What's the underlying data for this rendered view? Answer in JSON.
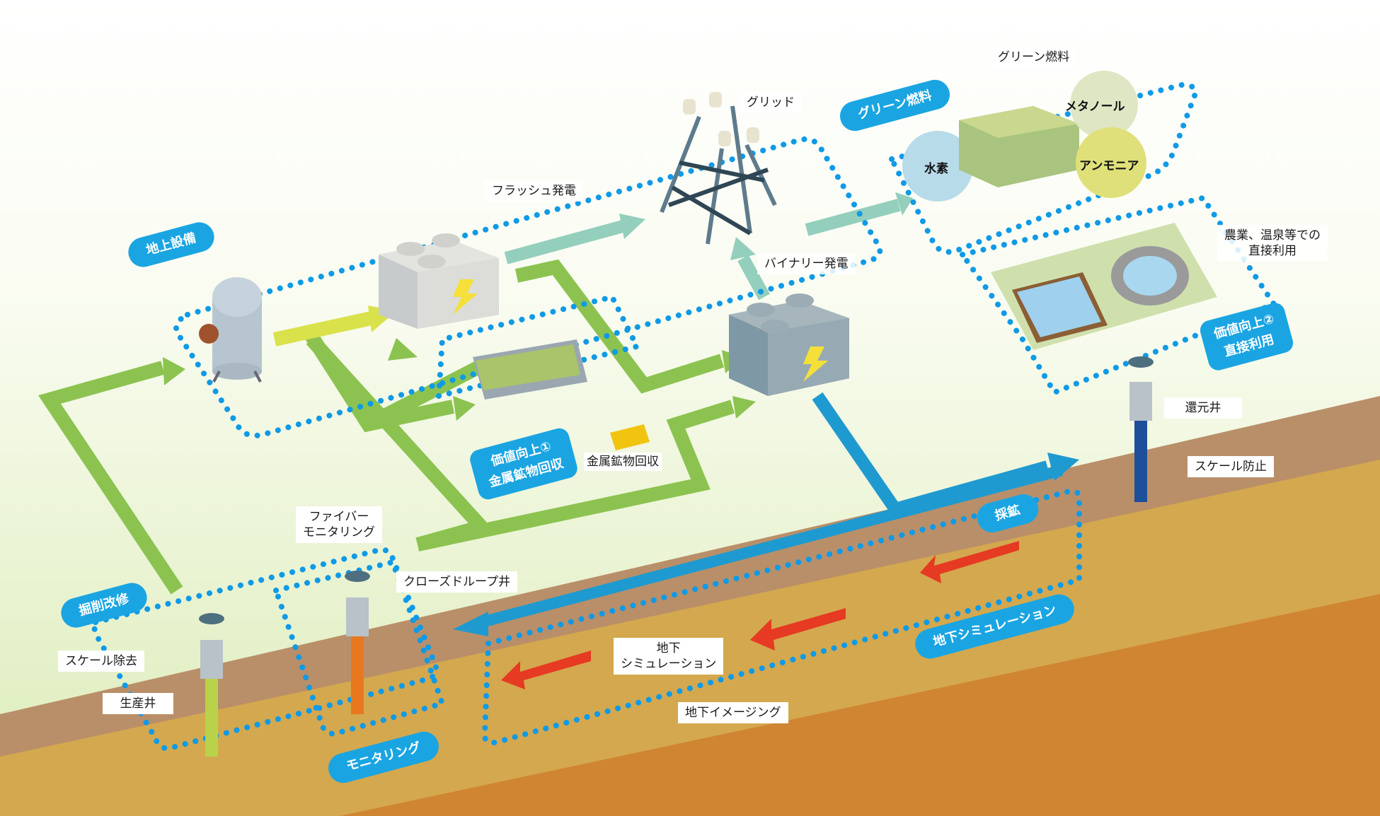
{
  "diagram": {
    "subject": "Geothermal energy utilization overview",
    "colors": {
      "sky_top": "#ffffff",
      "sky_bottom": "#e3efc4",
      "soil_top": "#b98f69",
      "soil_mid": "#d4a84e",
      "soil_deep": "#d08533",
      "badge_blue": "#1aa5e2",
      "dotted_blue": "#0f9ae6",
      "flow_green": "#8cc350",
      "flow_yellow": "#d9e24a",
      "flow_teal": "#93cfbc",
      "flow_blue": "#1f9ad0",
      "heat_red": "#e63a22"
    },
    "badges": {
      "surface_facilities": "地上設備",
      "green_fuel": "グリーン燃料",
      "value_up_1_line1": "価値向上①",
      "value_up_1_line2": "金属鉱物回収",
      "value_up_2_line1": "価値向上②",
      "value_up_2_line2": "直接利用",
      "mining": "採鉱",
      "underground_simulation": "地下シミュレーション",
      "drilling_repair": "掘削改修",
      "monitoring": "モニタリング"
    },
    "labels": {
      "grid": "グリッド",
      "flash_power": "フラッシュ発電",
      "binary_power": "バイナリー発電",
      "green_fuel": "グリーン燃料",
      "direct_use_line1": "農業、温泉等での",
      "direct_use_line2": "直接利用",
      "reinjection_well": "還元井",
      "scale_prevention": "スケール防止",
      "metal_recovery": "金属鉱物回収",
      "fiber_monitoring_line1": "ファイバー",
      "fiber_monitoring_line2": "モニタリング",
      "closed_loop_well": "クローズドループ井",
      "scale_removal": "スケール除去",
      "production_well": "生産井",
      "subsurface_sim_line1": "地下",
      "subsurface_sim_line2": "シミュレーション",
      "subsurface_imaging": "地下イメージング"
    },
    "fuel_bubbles": {
      "hydrogen": "水素",
      "methanol": "メタノール",
      "ammonia": "アンモニア"
    }
  }
}
